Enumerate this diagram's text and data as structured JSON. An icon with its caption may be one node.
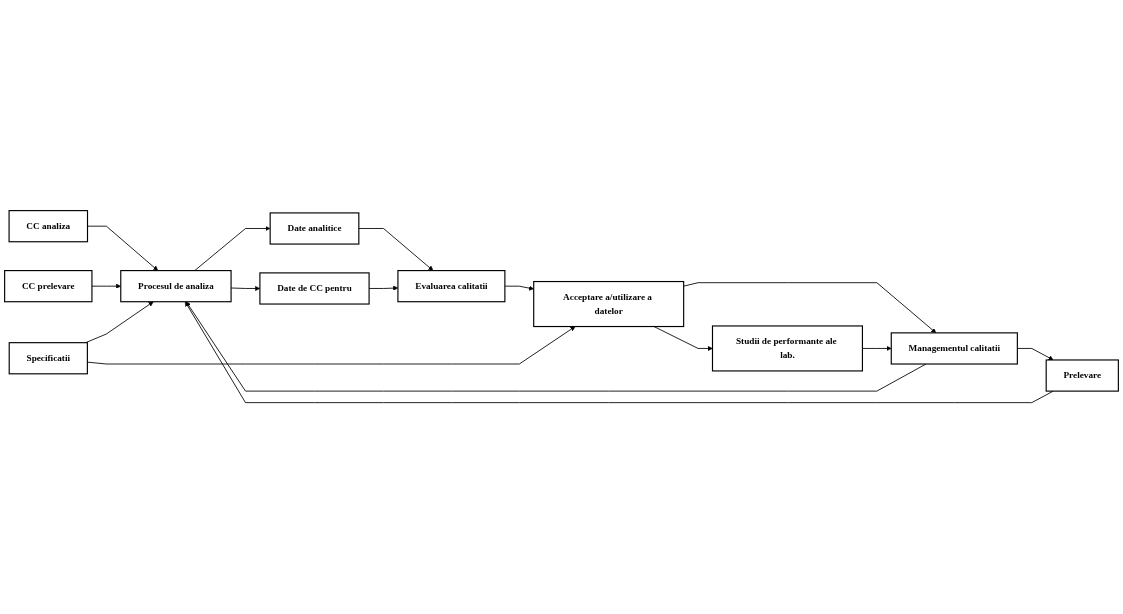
{
  "diagram": {
    "nodes": [
      {
        "text": [
          "CC analiza"
        ]
      },
      {
        "text": [
          "Prelevare"
        ]
      },
      {
        "text": [
          "Procesul de analiza"
        ]
      },
      {
        "text": [
          "Date analitice"
        ]
      },
      {
        "text": [
          "Evaluarea calitatii"
        ]
      },
      {
        "text": [
          "Acceptare a/utilizare a datelor"
        ]
      },
      {
        "text": [
          "CC prelevare"
        ]
      },
      {
        "text": [
          "Date de CC pentru"
        ]
      },
      {
        "text": [
          "Specificatii"
        ]
      },
      {
        "text": [
          "Studii de performante ale lab."
        ]
      },
      {
        "text": [
          "Managementul calitatii"
        ]
      }
    ],
    "edges": [
      {
        "from": 0,
        "to": 2,
        "arrow": "to"
      },
      {
        "from": 1,
        "to": 2,
        "arrow": "to"
      },
      {
        "from": 6,
        "to": 2,
        "arrow": "to"
      },
      {
        "from": 2,
        "to": 3,
        "arrow": "to"
      },
      {
        "from": 2,
        "to": 7,
        "arrow": "to"
      },
      {
        "from": 3,
        "to": 4,
        "arrow": "to"
      },
      {
        "from": 7,
        "to": 4,
        "arrow": "to"
      },
      {
        "from": 4,
        "to": 5,
        "arrow": "to"
      },
      {
        "from": 5,
        "to": 9,
        "arrow": "to"
      },
      {
        "from": 8,
        "to": 2,
        "arrow": "to"
      },
      {
        "from": 8,
        "to": 5,
        "arrow": "to"
      },
      {
        "from": 5,
        "to": 10,
        "arrow": "to"
      },
      {
        "from": 9,
        "to": 10,
        "arrow": "to"
      },
      {
        "from": 10,
        "to": 2,
        "arrow": "to"
      },
      {
        "from": 10,
        "to": 1,
        "arrow": "to"
      }
    ]
  }
}
